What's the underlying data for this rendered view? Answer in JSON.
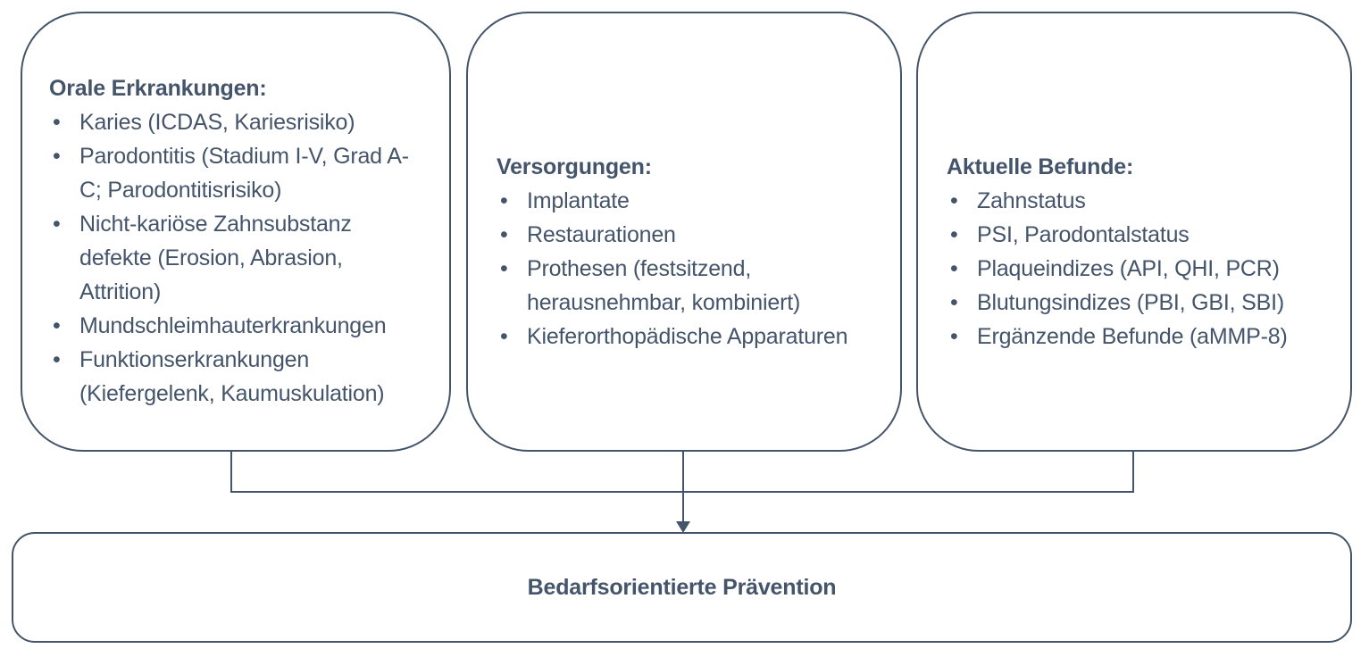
{
  "diagram": {
    "colors": {
      "line": "#44546A",
      "text": "#44546A",
      "background": "#FFFFFF"
    },
    "boxes": [
      {
        "title": "Orale Erkrankungen:",
        "items": [
          "Karies (ICDAS, Kariesrisiko)",
          "Parodontitis (Stadium I-V, Grad A-C; Parodontitisrisiko)",
          "Nicht-kariöse Zahnsubstanz defekte (Erosion, Abrasion, Attrition)",
          "Mundschleimhauterkrankungen",
          "Funktionserkrankungen (Kiefergelenk, Kaumuskulation)"
        ]
      },
      {
        "title": "Versorgungen:",
        "items": [
          "Implantate",
          "Restaurationen",
          "Prothesen (festsitzend, herausnehmbar, kombiniert)",
          "Kieferorthopädische Apparaturen"
        ]
      },
      {
        "title": "Aktuelle Befunde:",
        "items": [
          "Zahnstatus",
          "PSI, Parodontalstatus",
          "Plaqueindizes (API, QHI, PCR)",
          "Blutungsindizes (PBI, GBI, SBI)",
          "Ergänzende Befunde (aMMP-8)"
        ]
      }
    ],
    "result": {
      "label": "Bedarfsorientierte Prävention"
    }
  }
}
